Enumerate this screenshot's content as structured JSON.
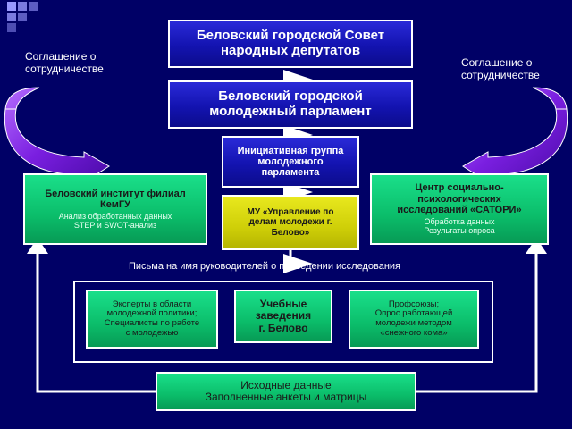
{
  "top": {
    "council": [
      "Беловский городской Совет",
      "народных депутатов"
    ],
    "parliament": [
      "Беловский городской",
      "молодежный парламент"
    ],
    "initiative": [
      "Инициативная группа",
      "молодежного",
      "парламента"
    ],
    "mu": [
      "МУ «Управление по",
      "делам молодежи г.",
      "Белово»"
    ]
  },
  "agreement_left": [
    "Соглашение о",
    "сотрудничестве"
  ],
  "agreement_right": [
    "Соглашение о",
    "сотрудничестве"
  ],
  "institute": {
    "lines": [
      "Беловский институт филиал",
      "КемГУ"
    ],
    "sub": [
      "Анализ обработанных данных",
      "STEP и SWOT-анализ"
    ]
  },
  "center": {
    "lines": [
      "Центр социально-",
      "психологических",
      "исследований «САТОРИ»"
    ],
    "sub": [
      "Обработка данных",
      "Результаты опроса"
    ]
  },
  "letters_caption": "Письма на имя руководителей о проведении исследования",
  "experts": [
    "Эксперты в области",
    "молодежной политики;",
    "Специалисты по работе",
    "с молодежью"
  ],
  "schools": [
    "Учебные",
    "заведения",
    "г. Белово"
  ],
  "unions": [
    "Профсоюзы;",
    "Опрос работающей",
    "молодежи методом",
    "«снежного кома»"
  ],
  "source_data": [
    "Исходные данные",
    "Заполненные анкеты и матрицы"
  ],
  "colors": {
    "background": "#000066",
    "blue_box": "#1a1ac8",
    "green_box": "#0bbd6a",
    "yellow_box": "#cfcf08",
    "curved_arrow": "#8a2be2",
    "corner_squares": "#9999ff"
  }
}
